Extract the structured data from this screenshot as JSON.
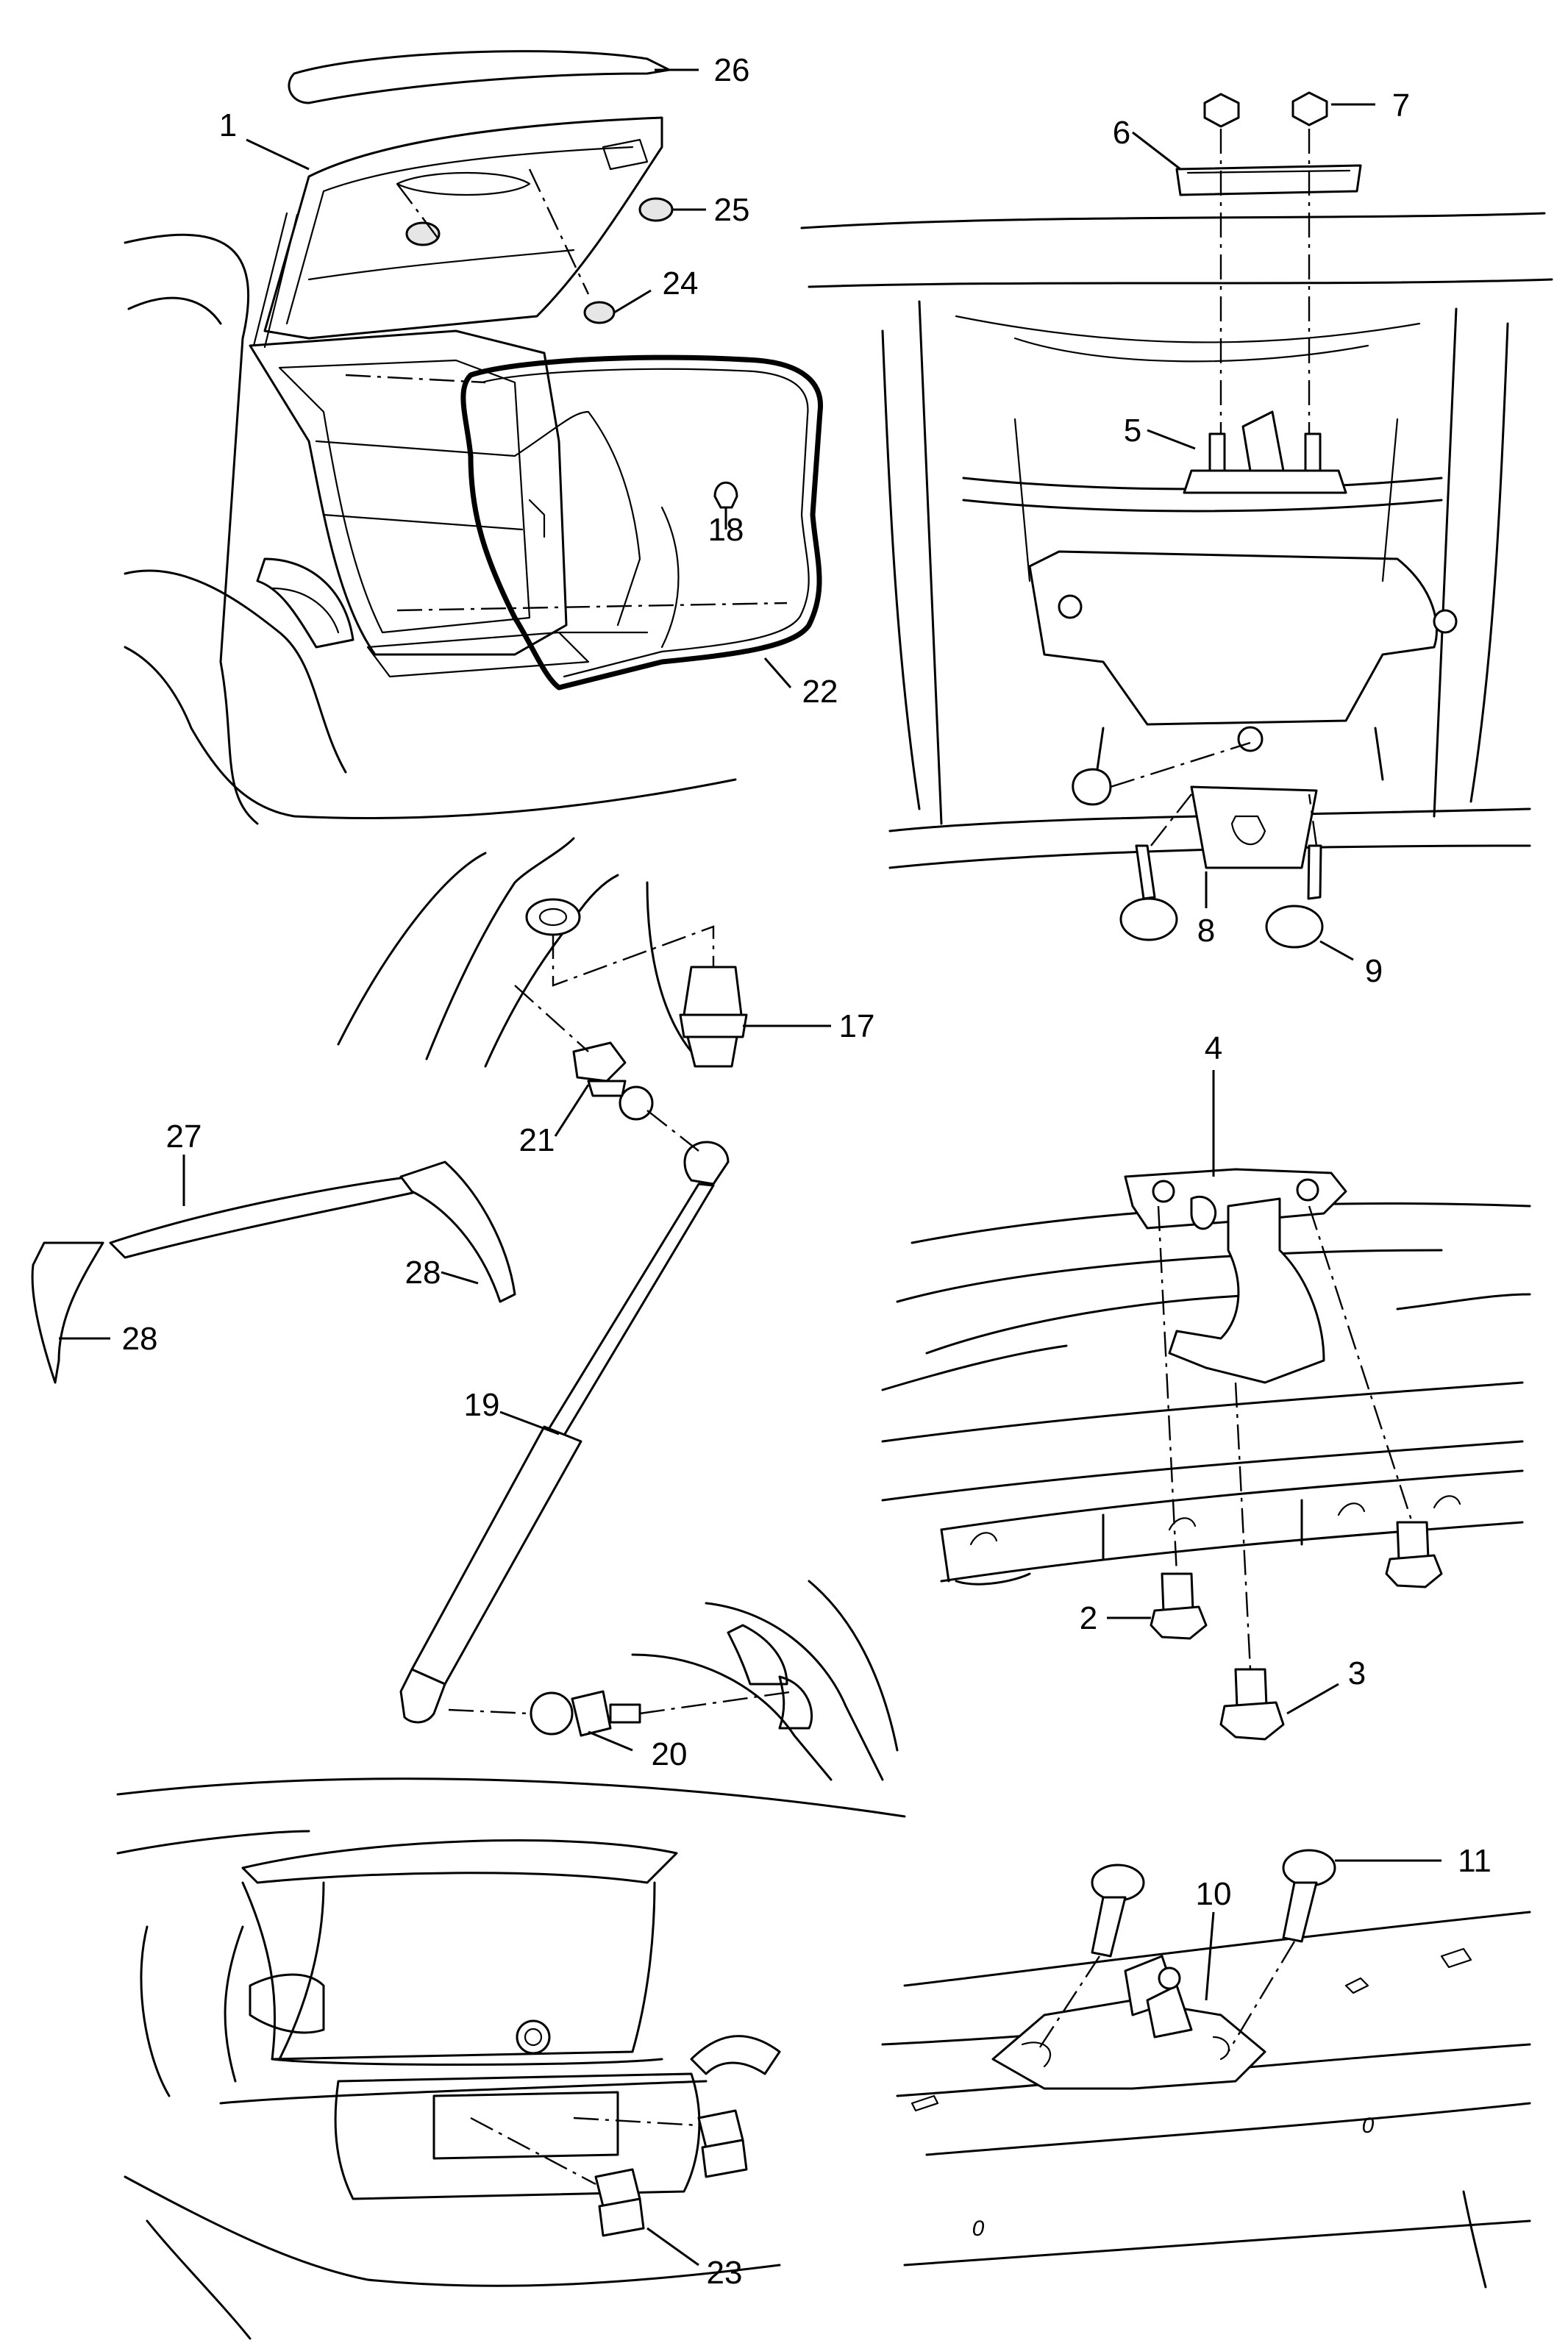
{
  "callouts": {
    "c1": "1",
    "c2": "2",
    "c3": "3",
    "c4": "4",
    "c5": "5",
    "c6": "6",
    "c7": "7",
    "c8": "8",
    "c9": "9",
    "c10": "10",
    "c11": "11",
    "c17": "17",
    "c18": "18",
    "c19": "19",
    "c20": "20",
    "c21": "21",
    "c22": "22",
    "c23": "23",
    "c24": "24",
    "c25": "25",
    "c26": "26",
    "c27": "27",
    "c28a": "28",
    "c28b": "28"
  },
  "body_marks": {
    "m1": "0",
    "m2": "0"
  }
}
